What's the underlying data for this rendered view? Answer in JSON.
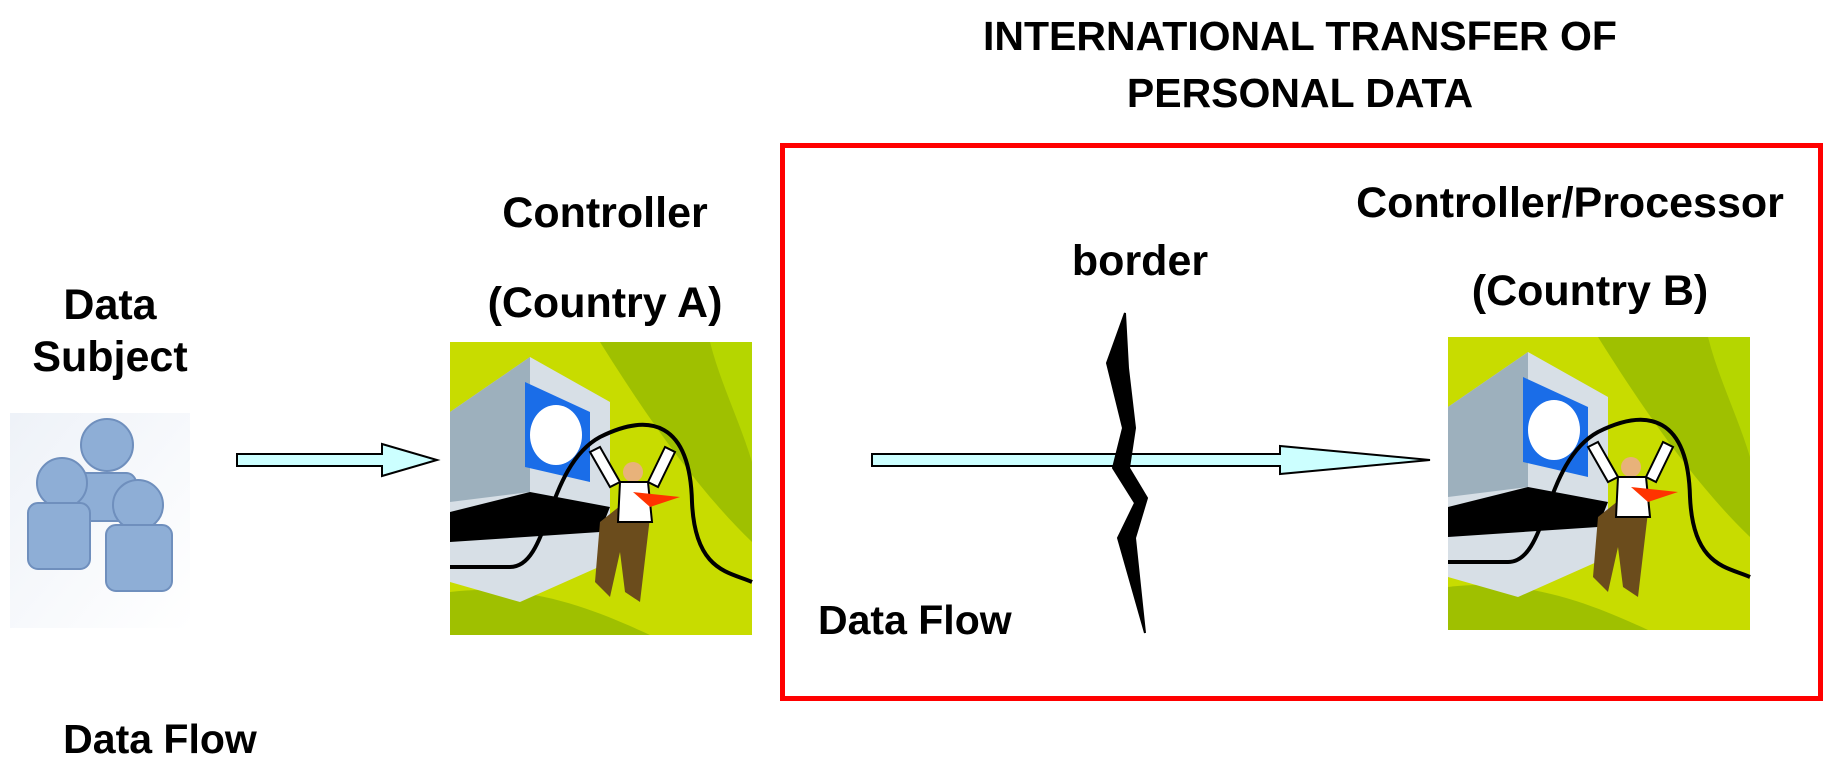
{
  "title": {
    "line1": "INTERNATIONAL TRANSFER OF",
    "line2": "PERSONAL DATA"
  },
  "data_subject": {
    "line1": "Data",
    "line2": "Subject",
    "icon": "people-group-icon"
  },
  "controller_a": {
    "title": "Controller",
    "country": "(Country A)",
    "icon": "computer-user-clipart-icon"
  },
  "controller_b": {
    "title": "Controller/Processor",
    "country": "(Country B)",
    "icon": "computer-user-clipart-icon"
  },
  "border_label": "border",
  "flow_label_outside": "Data Flow",
  "flow_label_inside": "Data Flow",
  "colors": {
    "frame": "#ff0000",
    "arrow_fill": "#ccffff",
    "people_icon": "#8eaed6",
    "clipart_background": "#c8dc00"
  }
}
